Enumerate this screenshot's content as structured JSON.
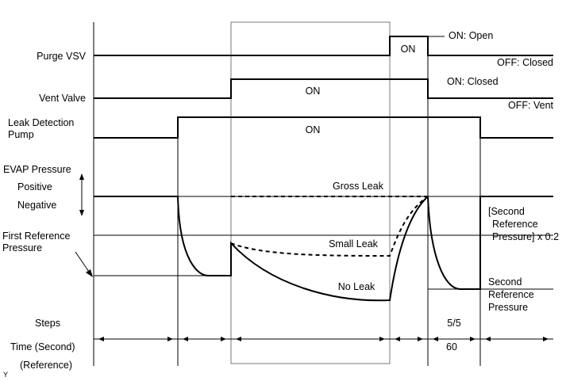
{
  "labels": {
    "purge_vsv": "Purge VSV",
    "vent_valve": "Vent Valve",
    "pump_line1": "Leak Detection",
    "pump_line2": "Pump",
    "evap_pressure": "EVAP Pressure",
    "positive": "Positive",
    "negative": "Negative",
    "first_ref_line1": "First Reference",
    "first_ref_line2": "Pressure",
    "steps": "Steps",
    "time": "Time (Second)",
    "reference": "(Reference)",
    "corner_mark": "Y"
  },
  "states": {
    "purge_on": "ON",
    "purge_on_open": "ON: Open",
    "purge_off_closed": "OFF: Closed",
    "vent_on": "ON",
    "vent_on_closed": "ON: Closed",
    "vent_off_vent": "OFF: Vent",
    "pump_on": "ON"
  },
  "curves": {
    "gross_leak": "Gross Leak",
    "small_leak": "Small Leak",
    "no_leak": "No Leak"
  },
  "second_reference": {
    "factor_line1": "[Second",
    "factor_line2": "Reference",
    "factor_line3": "Pressure] x 0.2",
    "pressure_line1": "Second",
    "pressure_line2": "Reference",
    "pressure_line3": "Pressure"
  },
  "timeline": {
    "step_value": "5/5",
    "time_value": "60"
  }
}
